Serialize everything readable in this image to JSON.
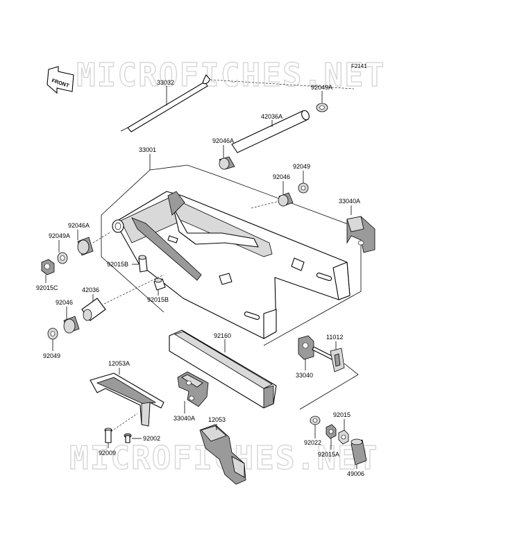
{
  "diagram_code": "F2141",
  "watermark_text": "MICROFICHES.NET",
  "front_marker": "FRONT",
  "parts": [
    {
      "id": "p33032",
      "number": "33032"
    },
    {
      "id": "p92049A_top",
      "number": "92049A"
    },
    {
      "id": "p42036A",
      "number": "42036A"
    },
    {
      "id": "p92046A_top",
      "number": "92046A"
    },
    {
      "id": "p33001",
      "number": "33001"
    },
    {
      "id": "p92049_top",
      "number": "92049"
    },
    {
      "id": "p92046_top",
      "number": "92046"
    },
    {
      "id": "p33040A_top",
      "number": "33040A"
    },
    {
      "id": "p92046A_left",
      "number": "92046A"
    },
    {
      "id": "p92049A_left",
      "number": "92049A"
    },
    {
      "id": "p92015B_a",
      "number": "92015B"
    },
    {
      "id": "p92015C",
      "number": "92015C"
    },
    {
      "id": "p42036",
      "number": "42036"
    },
    {
      "id": "p92015B_b",
      "number": "92015B"
    },
    {
      "id": "p92046_left",
      "number": "92046"
    },
    {
      "id": "p92049_left",
      "number": "92049"
    },
    {
      "id": "p92160",
      "number": "92160"
    },
    {
      "id": "p11012",
      "number": "11012"
    },
    {
      "id": "p33040",
      "number": "33040"
    },
    {
      "id": "p12053A",
      "number": "12053A"
    },
    {
      "id": "p33040A_low",
      "number": "33040A"
    },
    {
      "id": "p12053",
      "number": "12053"
    },
    {
      "id": "p92015",
      "number": "92015"
    },
    {
      "id": "p92002",
      "number": "92002"
    },
    {
      "id": "p92022",
      "number": "92022"
    },
    {
      "id": "p92015A",
      "number": "92015A"
    },
    {
      "id": "p92009",
      "number": "92009"
    },
    {
      "id": "p49006",
      "number": "49006"
    }
  ]
}
